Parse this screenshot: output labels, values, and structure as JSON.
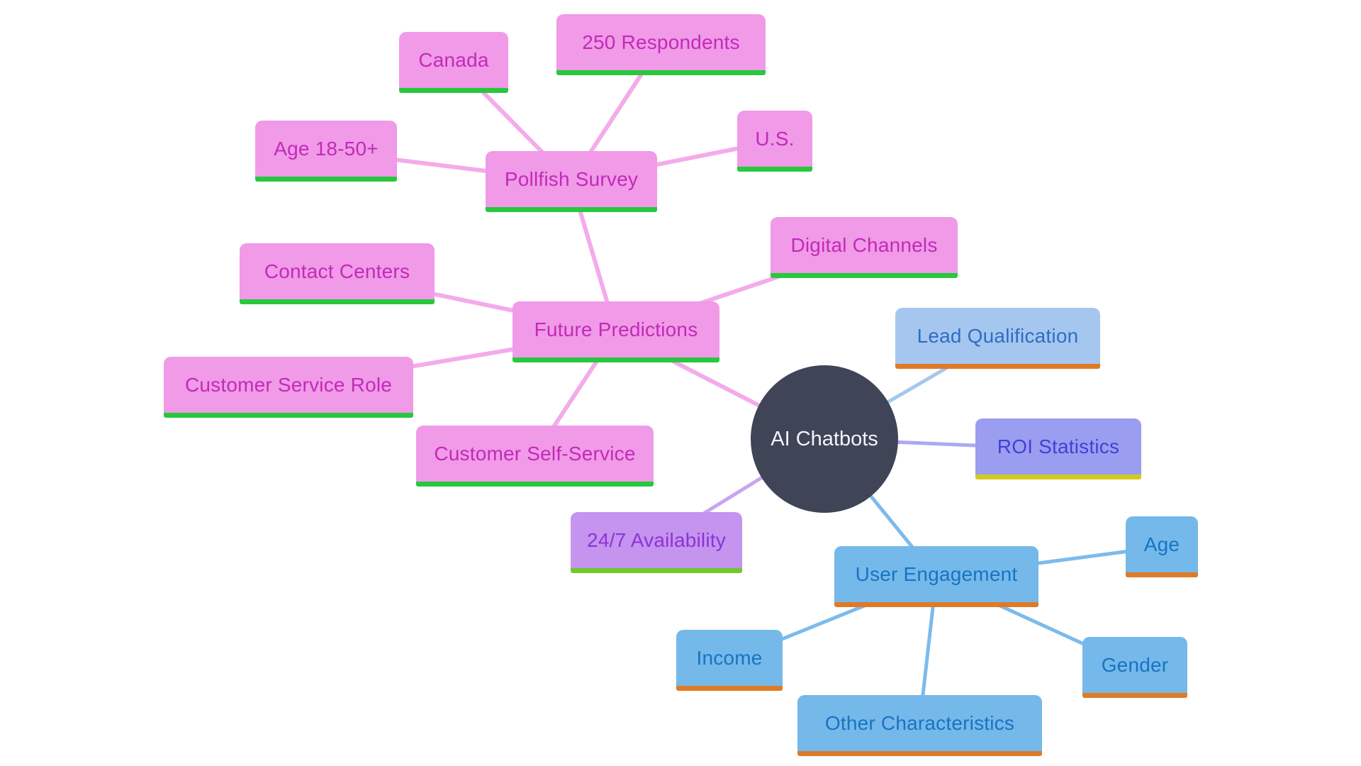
{
  "diagram": {
    "type": "mindmap",
    "central": {
      "label": "AI Chatbots"
    },
    "nodes": [
      {
        "id": "canada",
        "label": "Canada",
        "group": "survey-detail-pink"
      },
      {
        "id": "respondents",
        "label": "250 Respondents",
        "group": "survey-detail-pink"
      },
      {
        "id": "us",
        "label": "U.S.",
        "group": "survey-detail-pink"
      },
      {
        "id": "age-range",
        "label": "Age 18-50+",
        "group": "survey-detail-pink"
      },
      {
        "id": "pollfish",
        "label": "Pollfish Survey",
        "group": "survey-detail-pink"
      },
      {
        "id": "digital",
        "label": "Digital Channels",
        "group": "prediction-pink"
      },
      {
        "id": "contact",
        "label": "Contact Centers",
        "group": "prediction-pink"
      },
      {
        "id": "future",
        "label": "Future Predictions",
        "group": "prediction-pink"
      },
      {
        "id": "csr",
        "label": "Customer Service Role",
        "group": "prediction-pink"
      },
      {
        "id": "lead",
        "label": "Lead Qualification",
        "group": "lightblue"
      },
      {
        "id": "css",
        "label": "Customer Self-Service",
        "group": "prediction-pink"
      },
      {
        "id": "roi",
        "label": "ROI Statistics",
        "group": "periwinkle"
      },
      {
        "id": "avail",
        "label": "24/7 Availability",
        "group": "purple"
      },
      {
        "id": "engagement",
        "label": "User Engagement",
        "group": "sky"
      },
      {
        "id": "age",
        "label": "Age",
        "group": "sky"
      },
      {
        "id": "income",
        "label": "Income",
        "group": "sky"
      },
      {
        "id": "gender",
        "label": "Gender",
        "group": "sky"
      },
      {
        "id": "other",
        "label": "Other Characteristics",
        "group": "sky"
      }
    ],
    "edges": [
      {
        "from": "canada",
        "to": "pollfish",
        "color_group": "pink"
      },
      {
        "from": "respondents",
        "to": "pollfish",
        "color_group": "pink"
      },
      {
        "from": "us",
        "to": "pollfish",
        "color_group": "pink"
      },
      {
        "from": "age-range",
        "to": "pollfish",
        "color_group": "pink"
      },
      {
        "from": "pollfish",
        "to": "future",
        "color_group": "pink"
      },
      {
        "from": "digital",
        "to": "future",
        "color_group": "pink"
      },
      {
        "from": "contact",
        "to": "future",
        "color_group": "pink"
      },
      {
        "from": "csr",
        "to": "future",
        "color_group": "pink"
      },
      {
        "from": "css",
        "to": "future",
        "color_group": "pink"
      },
      {
        "from": "future",
        "to": "ai-chatbots",
        "color_group": "pink"
      },
      {
        "from": "ai-chatbots",
        "to": "lead",
        "color_group": "lightblue"
      },
      {
        "from": "ai-chatbots",
        "to": "roi",
        "color_group": "periwinkle"
      },
      {
        "from": "ai-chatbots",
        "to": "avail",
        "color_group": "purple"
      },
      {
        "from": "ai-chatbots",
        "to": "engagement",
        "color_group": "sky"
      },
      {
        "from": "engagement",
        "to": "age",
        "color_group": "sky"
      },
      {
        "from": "engagement",
        "to": "income",
        "color_group": "sky"
      },
      {
        "from": "engagement",
        "to": "gender",
        "color_group": "sky"
      },
      {
        "from": "engagement",
        "to": "other",
        "color_group": "sky"
      }
    ],
    "palette": {
      "pink-fill": "#f09ae8",
      "pink-text": "#c32ab8",
      "pink-edge": "#f3abea",
      "green": "#27c83d",
      "lightblue-fill": "#a5c7ef",
      "lightblue-text": "#2f6cc5",
      "lightblue-edge": "#a5c7ef",
      "orange": "#df7a27",
      "peri-fill": "#9b9df1",
      "peri-text": "#4340d6",
      "peri-edge": "#a9aaf2",
      "yellow": "#d3ca1d",
      "purple-fill": "#c494ee",
      "purple-text": "#8e32d8",
      "purple-edge": "#c9a4ef",
      "limegreen": "#70ca2a",
      "sky-fill": "#74b9ea",
      "sky-text": "#1a73c1",
      "sky-edge": "#7cbbeb",
      "circle-fill": "#3f4457",
      "circle-text": "#f2f4fa",
      "background": "#ffffff"
    }
  }
}
